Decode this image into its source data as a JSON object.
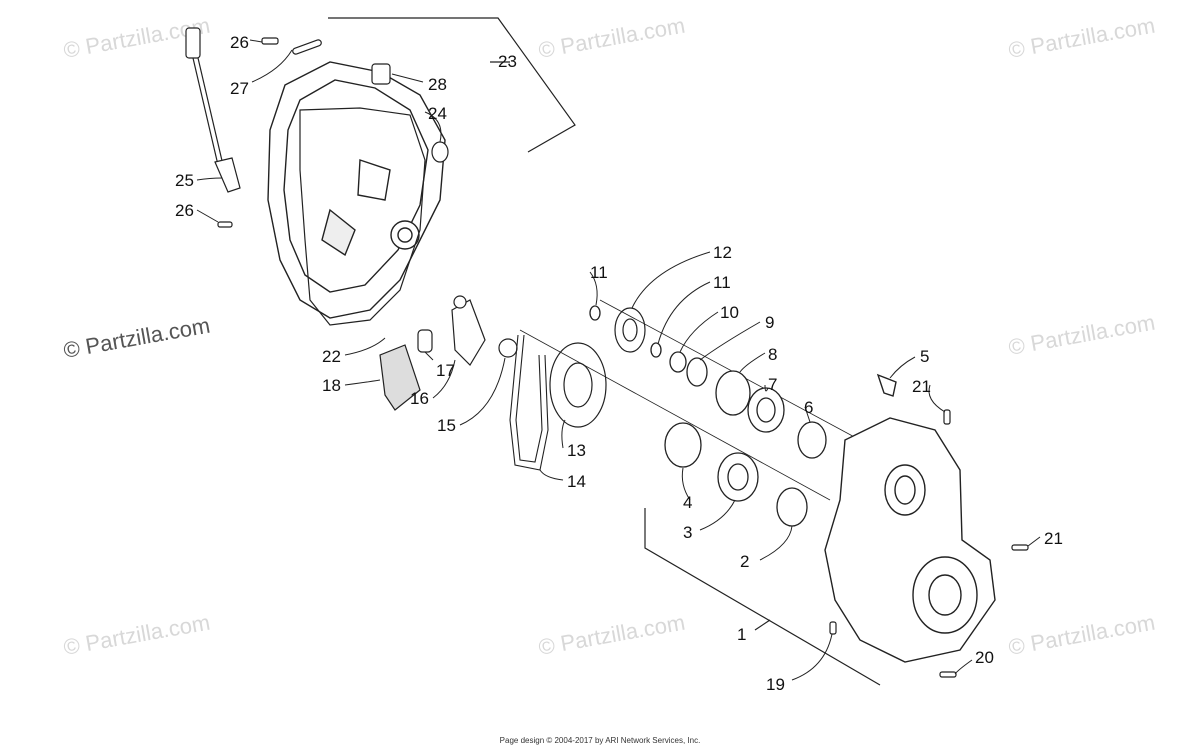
{
  "watermark": "© Partzilla.com",
  "footer": "Page design © 2004-2017 by ARI Network Services, Inc.",
  "callouts": {
    "c1": "1",
    "c2": "2",
    "c3": "3",
    "c4": "4",
    "c5": "5",
    "c6": "6",
    "c7": "7",
    "c8": "8",
    "c9": "9",
    "c10": "10",
    "c11a": "11",
    "c11b": "11",
    "c12": "12",
    "c13": "13",
    "c14": "14",
    "c15": "15",
    "c16": "16",
    "c17": "17",
    "c18": "18",
    "c19": "19",
    "c20": "20",
    "c21a": "21",
    "c21b": "21",
    "c22": "22",
    "c23": "23",
    "c24": "24",
    "c25": "25",
    "c26a": "26",
    "c26b": "26",
    "c27": "27",
    "c28": "28"
  }
}
